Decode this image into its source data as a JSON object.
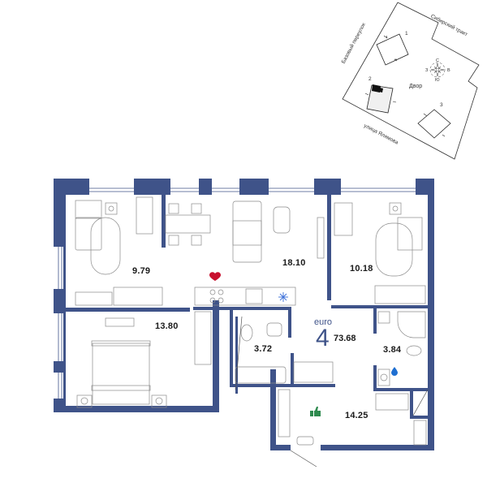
{
  "plan": {
    "type_label": "euro",
    "rooms_count": "4",
    "total_area": "73.68",
    "wall_color": "#3f5389",
    "rooms": [
      {
        "id": "bedroom-1",
        "area": "9.79"
      },
      {
        "id": "living-kitchen",
        "area": "18.10"
      },
      {
        "id": "bedroom-2",
        "area": "10.18"
      },
      {
        "id": "bedroom-3",
        "area": "13.80"
      },
      {
        "id": "bathroom-1",
        "area": "3.72"
      },
      {
        "id": "bathroom-2",
        "area": "3.84"
      },
      {
        "id": "hallway",
        "area": "14.25"
      }
    ],
    "markers": {
      "heart_icon": {
        "name": "heart-icon",
        "color": "#c8102e"
      },
      "snowflake_icon": {
        "name": "snowflake-icon",
        "color": "#3a6ed8"
      },
      "drop_icon": {
        "name": "water-drop-icon",
        "color": "#1f6fd1"
      },
      "thumbs_up_icon": {
        "name": "thumbs-up-icon",
        "color": "#2e8a4e"
      }
    }
  },
  "site_plan": {
    "street_top": "Сибирский тракт",
    "street_left": "Базовый переулок",
    "street_bottom": "улица Ялямова",
    "yard_label": "Двор",
    "buildings": [
      "1",
      "2",
      "3"
    ],
    "compass": {
      "n": "С",
      "s": "Ю",
      "e": "В",
      "w": "З"
    }
  }
}
